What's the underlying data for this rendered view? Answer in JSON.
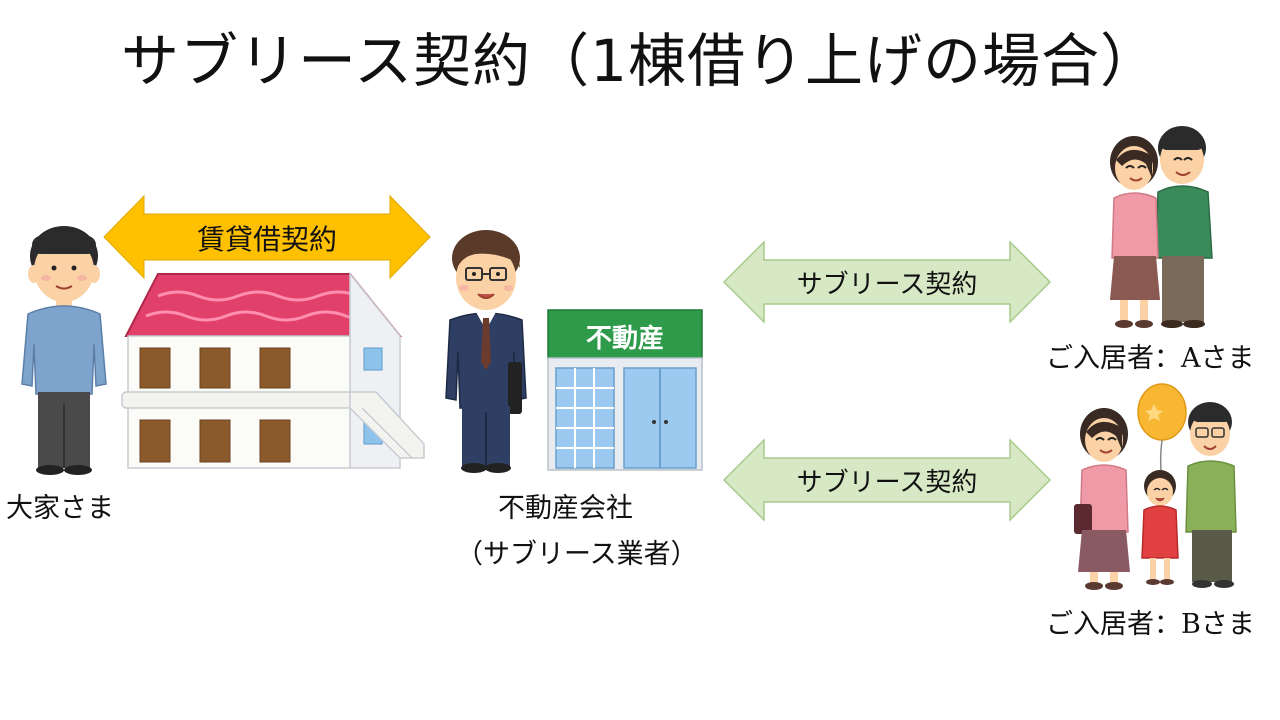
{
  "title": "サブリース契約（1棟借り上げの場合）",
  "arrows": {
    "lease": {
      "label": "賃貸借契約",
      "color": "#ffc000"
    },
    "sublease_a": {
      "label": "サブリース契約",
      "color": "#d6e8c4"
    },
    "sublease_b": {
      "label": "サブリース契約",
      "color": "#d6e8c4"
    }
  },
  "parties": {
    "owner": {
      "label": "大家さま"
    },
    "company": {
      "label": "不動産会社",
      "sublabel": "（サブリース業者）",
      "sign": "不動産"
    },
    "tenant_a": {
      "label": "ご入居者：Aさま"
    },
    "tenant_b": {
      "label": "ご入居者：Bさま"
    }
  }
}
